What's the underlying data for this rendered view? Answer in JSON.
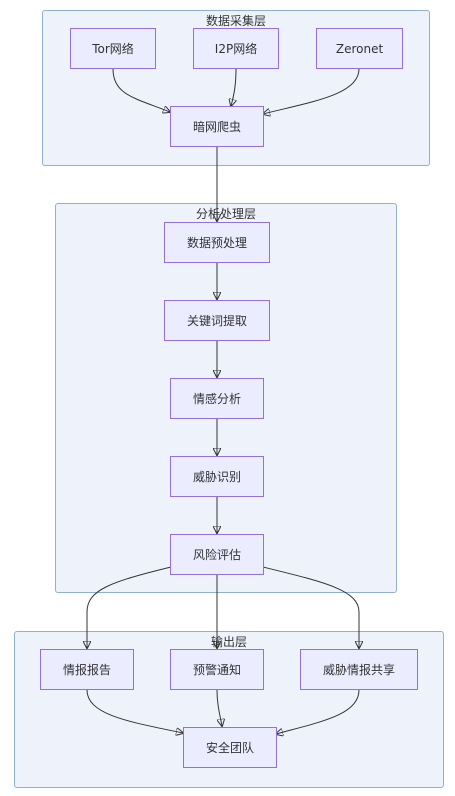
{
  "clusters": {
    "collect": {
      "title": "数据采集层"
    },
    "analysis": {
      "title": "分析处理层"
    },
    "output": {
      "title": "输出层"
    }
  },
  "nodes": {
    "tor": "Tor网络",
    "i2p": "I2P网络",
    "zeronet": "Zeronet",
    "crawler": "暗网爬虫",
    "preprocess": "数据预处理",
    "keyword": "关键词提取",
    "sentiment": "情感分析",
    "threat": "威胁识别",
    "risk": "风险评估",
    "report": "情报报告",
    "alert": "预警通知",
    "share": "威胁情报共享",
    "team": "安全团队"
  },
  "edges": [
    {
      "from": "tor",
      "to": "crawler"
    },
    {
      "from": "i2p",
      "to": "crawler"
    },
    {
      "from": "zeronet",
      "to": "crawler"
    },
    {
      "from": "crawler",
      "to": "preprocess"
    },
    {
      "from": "preprocess",
      "to": "keyword"
    },
    {
      "from": "keyword",
      "to": "sentiment"
    },
    {
      "from": "sentiment",
      "to": "threat"
    },
    {
      "from": "threat",
      "to": "risk"
    },
    {
      "from": "risk",
      "to": "report"
    },
    {
      "from": "risk",
      "to": "alert"
    },
    {
      "from": "risk",
      "to": "share"
    },
    {
      "from": "report",
      "to": "team"
    },
    {
      "from": "alert",
      "to": "team"
    },
    {
      "from": "share",
      "to": "team"
    }
  ]
}
